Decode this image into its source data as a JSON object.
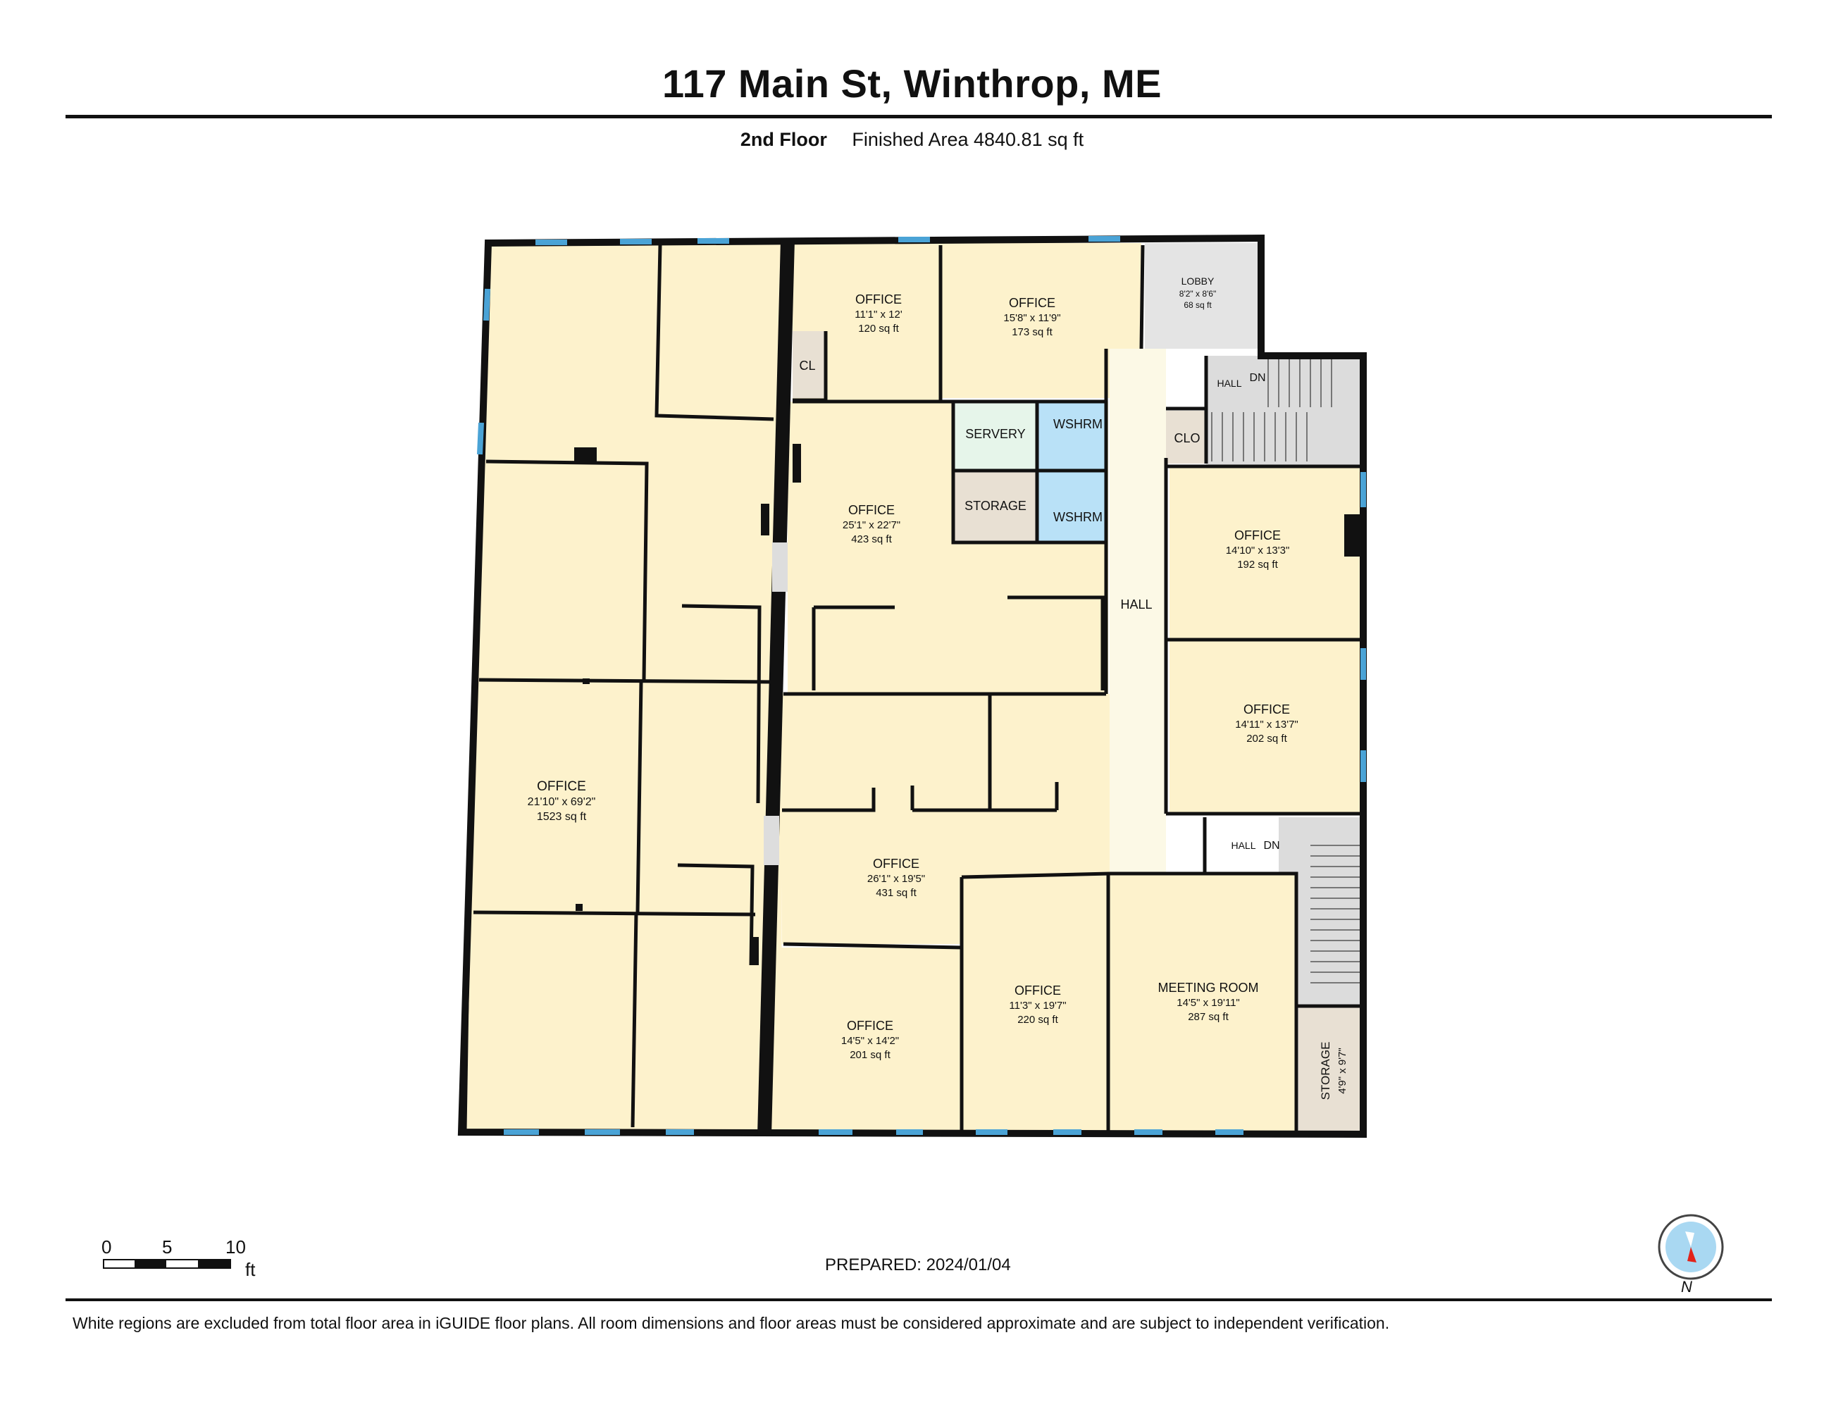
{
  "header": {
    "title": "117 Main St, Winthrop, ME",
    "floor": "2nd Floor",
    "area": "Finished Area 4840.81 sq ft"
  },
  "rooms": {
    "office_big": {
      "name": "OFFICE",
      "dims": "21'10\" x 69'2\"",
      "area": "1523 sq ft"
    },
    "office_a": {
      "name": "OFFICE",
      "dims": "11'1\" x 12'",
      "area": "120 sq ft"
    },
    "office_b": {
      "name": "OFFICE",
      "dims": "15'8\" x 11'9\"",
      "area": "173 sq ft"
    },
    "lobby": {
      "name": "LOBBY",
      "dims": "8'2\" x 8'6\"",
      "area": "68 sq ft"
    },
    "cl": {
      "name": "CL"
    },
    "servery": {
      "name": "SERVERY"
    },
    "wshrm1": {
      "name": "WSHRM"
    },
    "wshrm2": {
      "name": "WSHRM"
    },
    "storage1": {
      "name": "STORAGE"
    },
    "office_c": {
      "name": "OFFICE",
      "dims": "25'1\" x 22'7\"",
      "area": "423 sq ft"
    },
    "hall_main": {
      "name": "HALL"
    },
    "hall_top": {
      "name": "HALL",
      "dn": "DN"
    },
    "clo": {
      "name": "CLO"
    },
    "office_d": {
      "name": "OFFICE",
      "dims": "14'10\" x 13'3\"",
      "area": "192 sq ft"
    },
    "office_e": {
      "name": "OFFICE",
      "dims": "14'11\" x 13'7\"",
      "area": "202 sq ft"
    },
    "hall_bottom": {
      "name": "HALL",
      "dn": "DN"
    },
    "office_f": {
      "name": "OFFICE",
      "dims": "26'1\" x 19'5\"",
      "area": "431 sq ft"
    },
    "office_g": {
      "name": "OFFICE",
      "dims": "14'5\" x 14'2\"",
      "area": "201 sq ft"
    },
    "office_h": {
      "name": "OFFICE",
      "dims": "11'3\" x 19'7\"",
      "area": "220 sq ft"
    },
    "meeting": {
      "name": "MEETING ROOM",
      "dims": "14'5\" x 19'11\"",
      "area": "287 sq ft"
    },
    "storage2": {
      "name": "STORAGE",
      "dims": "4'9\" x 9'7\""
    }
  },
  "scale": {
    "t0": "0",
    "t5": "5",
    "t10": "10",
    "unit": "ft"
  },
  "prepared": "PREPARED: 2024/01/04",
  "compass": {
    "label": "N"
  },
  "disclaimer": "White regions are excluded from total floor area in iGUIDE floor plans. All room dimensions and floor areas must be considered approximate and are subject to independent verification.",
  "colors": {
    "room": "#fdf2cc",
    "wet": "#b9e1f7",
    "storage": "#e8e0d3",
    "servery": "#e6f5ea",
    "stairs": "#dcdcdc",
    "hall": "#fcf9e6",
    "window": "#4aa3d6",
    "wall": "#111111"
  }
}
